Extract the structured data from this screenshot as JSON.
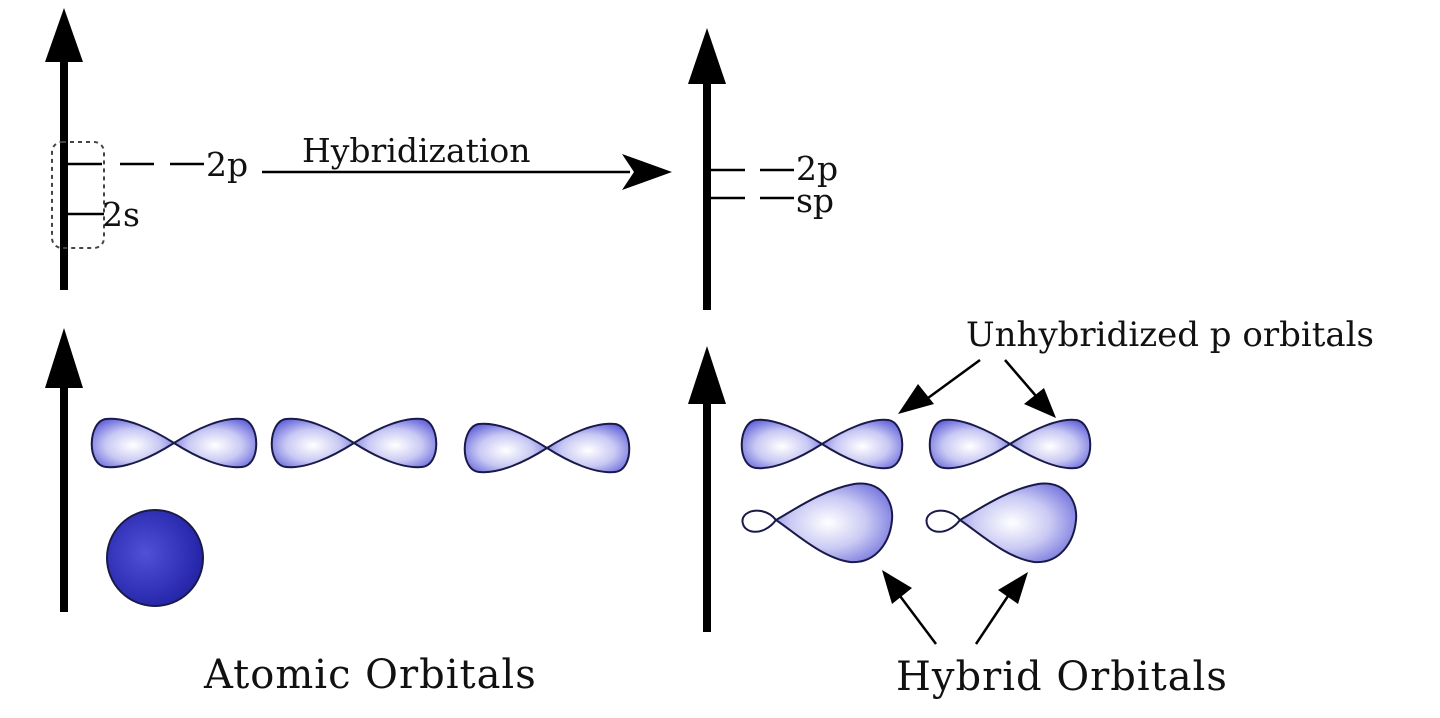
{
  "labels": {
    "level_2p_atomic": "2p",
    "level_2s": "2s",
    "process": "Hybridization",
    "level_2p_hybrid": "2p",
    "level_sp": "sp",
    "unhybridized": "Unhybridized p orbitals",
    "atomic_orbitals": "Atomic Orbitals",
    "hybrid_orbitals": "Hybrid Orbitals"
  },
  "colors": {
    "orbital_light": "#ffffff",
    "orbital_mid": "#c8c8f4",
    "orbital_dark": "#6a6adc",
    "s_orbital": "#2a2ab8",
    "stroke": "#1a1a4a",
    "arrow": "#000000"
  },
  "icons": {
    "energy_axis": "up-arrow-icon",
    "p_orbital": "dumbbell-lobe-icon",
    "s_orbital": "sphere-icon",
    "sp_orbital": "asymmetric-lobe-icon"
  }
}
